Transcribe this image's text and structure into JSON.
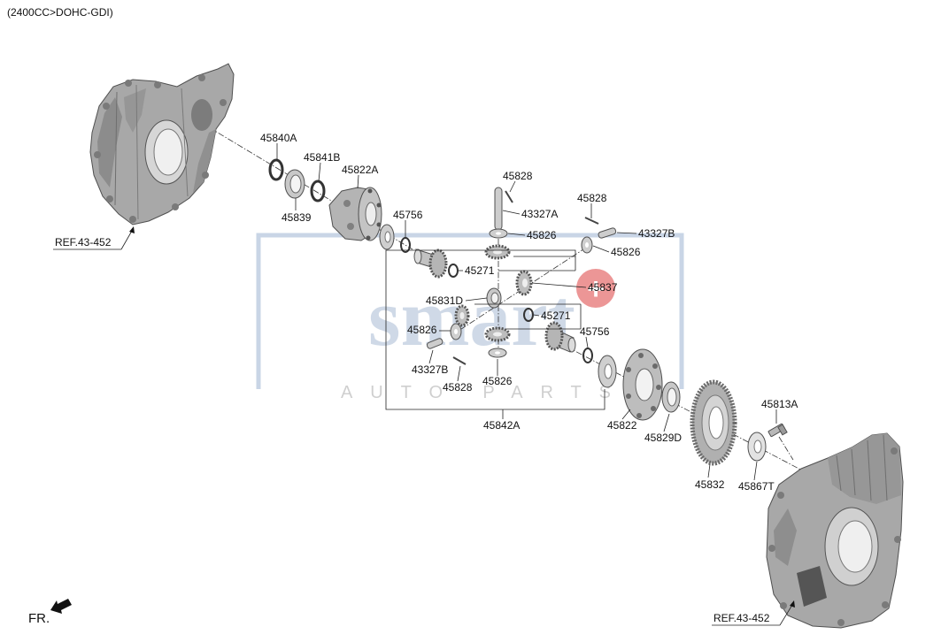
{
  "header": {
    "spec": "(2400CC>DOHC-GDI)"
  },
  "part_labels": [
    "45840A",
    "45841B",
    "45822A",
    "45839",
    "45756",
    "45828",
    "43327A",
    "45828",
    "43327B",
    "45826",
    "45826",
    "45271",
    "45837",
    "45831D",
    "45271",
    "45826",
    "45756",
    "43327B",
    "45828",
    "45826",
    "45842A",
    "45822",
    "45829D",
    "45813A",
    "45832",
    "45867T"
  ],
  "references": [
    "REF.43-452",
    "REF.43-452"
  ],
  "direction": {
    "label": "FR."
  },
  "watermark": {
    "brand": "smart",
    "plus": "+",
    "tagline": "AUTO PARTS"
  }
}
